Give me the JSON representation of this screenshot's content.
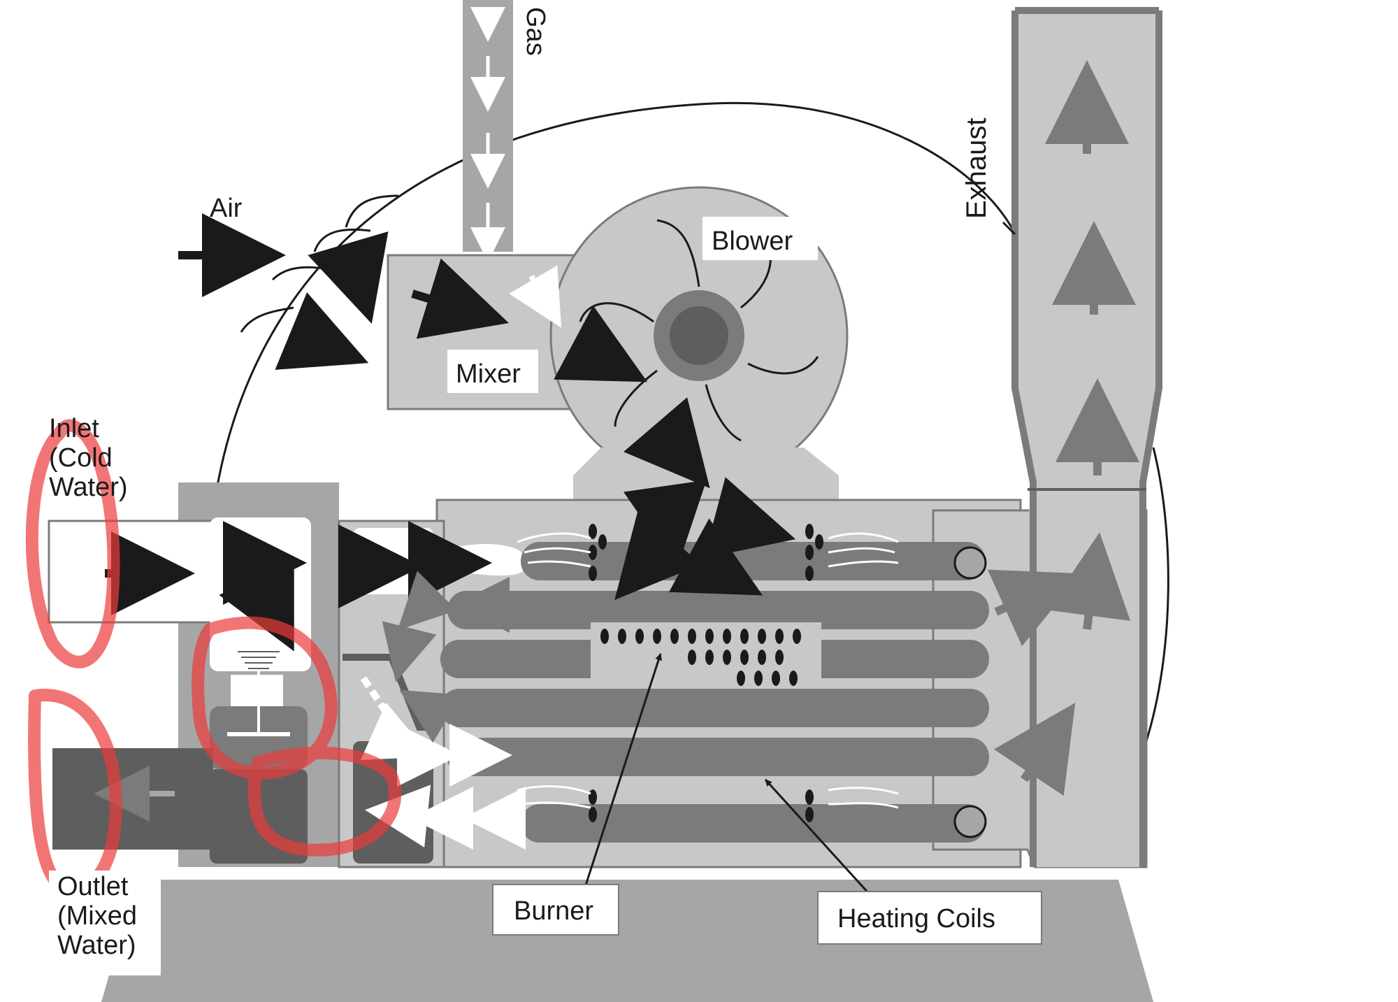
{
  "labels": {
    "gas": "Gas",
    "air": "Air",
    "exhaust": "Exhaust",
    "blower": "Blower",
    "mixer": "Mixer",
    "inlet_line1": "Inlet",
    "inlet_line2": "(Cold",
    "inlet_line3": "Water)",
    "outlet_line1": "Outlet",
    "outlet_line2": "(Mixed",
    "outlet_line3": "Water)",
    "burner": "Burner",
    "heating_coils": "Heating Coils"
  },
  "colors": {
    "light_gray": "#c8c8c8",
    "mid_gray": "#a6a6a6",
    "dark_gray": "#7b7b7b",
    "darker_gray": "#5e5e5e",
    "black": "#1a1a1a",
    "annotation_red": "#ec3b3b"
  }
}
